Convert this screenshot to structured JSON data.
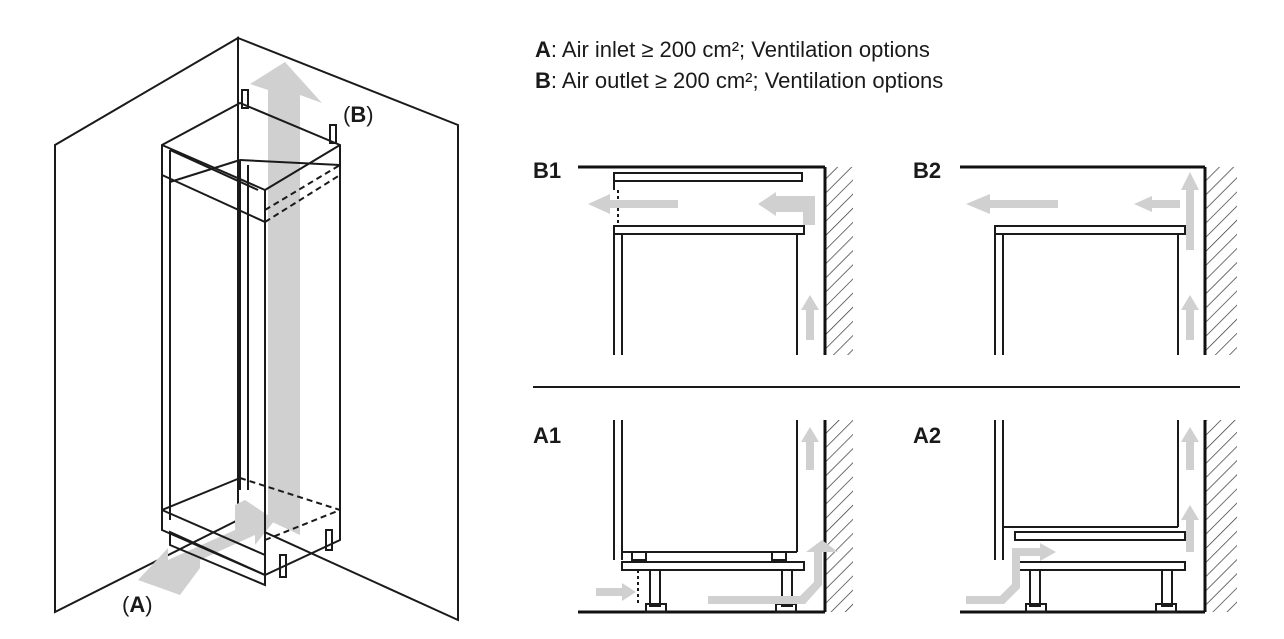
{
  "legend": {
    "a_key": "A",
    "a_text": ": Air inlet ≥ 200 cm²; Ventilation options",
    "b_key": "B",
    "b_text": ": Air outlet ≥ 200 cm²; Ventilation options"
  },
  "callouts": {
    "a_open": "(",
    "a_key": "A",
    "a_close": ")",
    "b_open": "(",
    "b_key": "B",
    "b_close": ")"
  },
  "panels": {
    "b1": "B1",
    "b2": "B2",
    "a1": "A1",
    "a2": "A2"
  },
  "colors": {
    "line": "#1a1a1a",
    "arrow": "#d0d0d0",
    "background": "#ffffff"
  }
}
